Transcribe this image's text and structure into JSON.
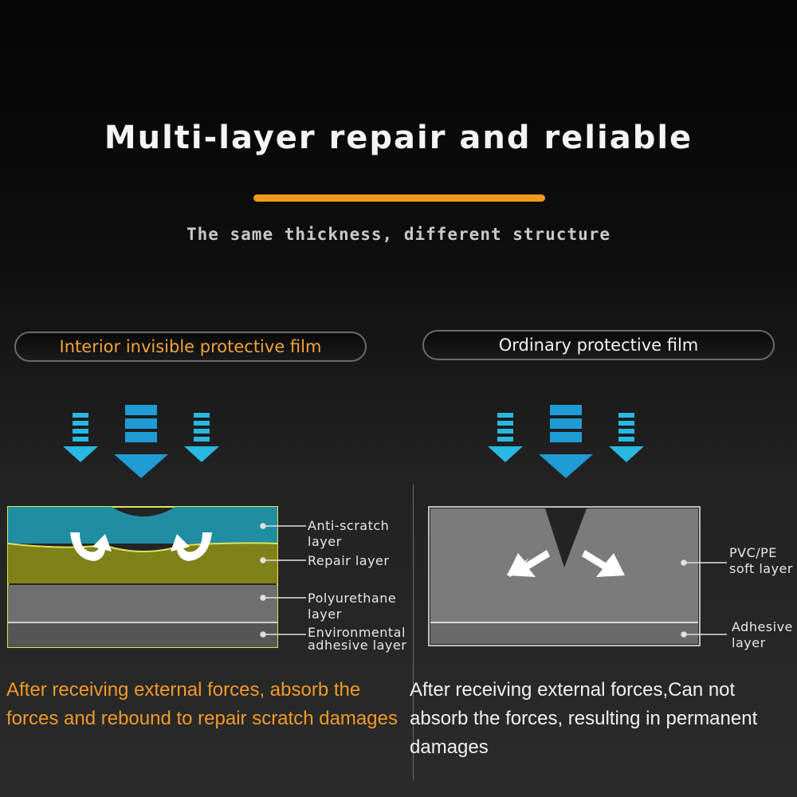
{
  "header": {
    "title": "Multi-layer repair and reliable",
    "subtitle": "The same thickness, different structure",
    "accent_color": "#f29a1c"
  },
  "left_panel": {
    "heading": "Interior invisible protective film",
    "layers": [
      {
        "label": "Anti-scratch layer",
        "color": "#1f8ea3"
      },
      {
        "label": "Repair layer",
        "color": "#7f8119"
      },
      {
        "label": "Polyurethane layer",
        "color": "#6f6f6f"
      },
      {
        "label": "Environmental adhesive layer",
        "color": "#565656"
      }
    ],
    "description": "After receiving external forces, absorb the forces and rebound to repair scratch damages"
  },
  "right_panel": {
    "heading": "Ordinary protective film",
    "layers": [
      {
        "label": "PVC/PE soft layer",
        "color": "#7b7b7b"
      },
      {
        "label": "Adhesive layer",
        "color": "#6a6a6a"
      }
    ],
    "description": "After receiving external forces,Can not absorb the forces, resulting in permanent damages"
  },
  "colors": {
    "force_arrow": "#29b8e2",
    "panel_outline": "#dfe45a"
  }
}
